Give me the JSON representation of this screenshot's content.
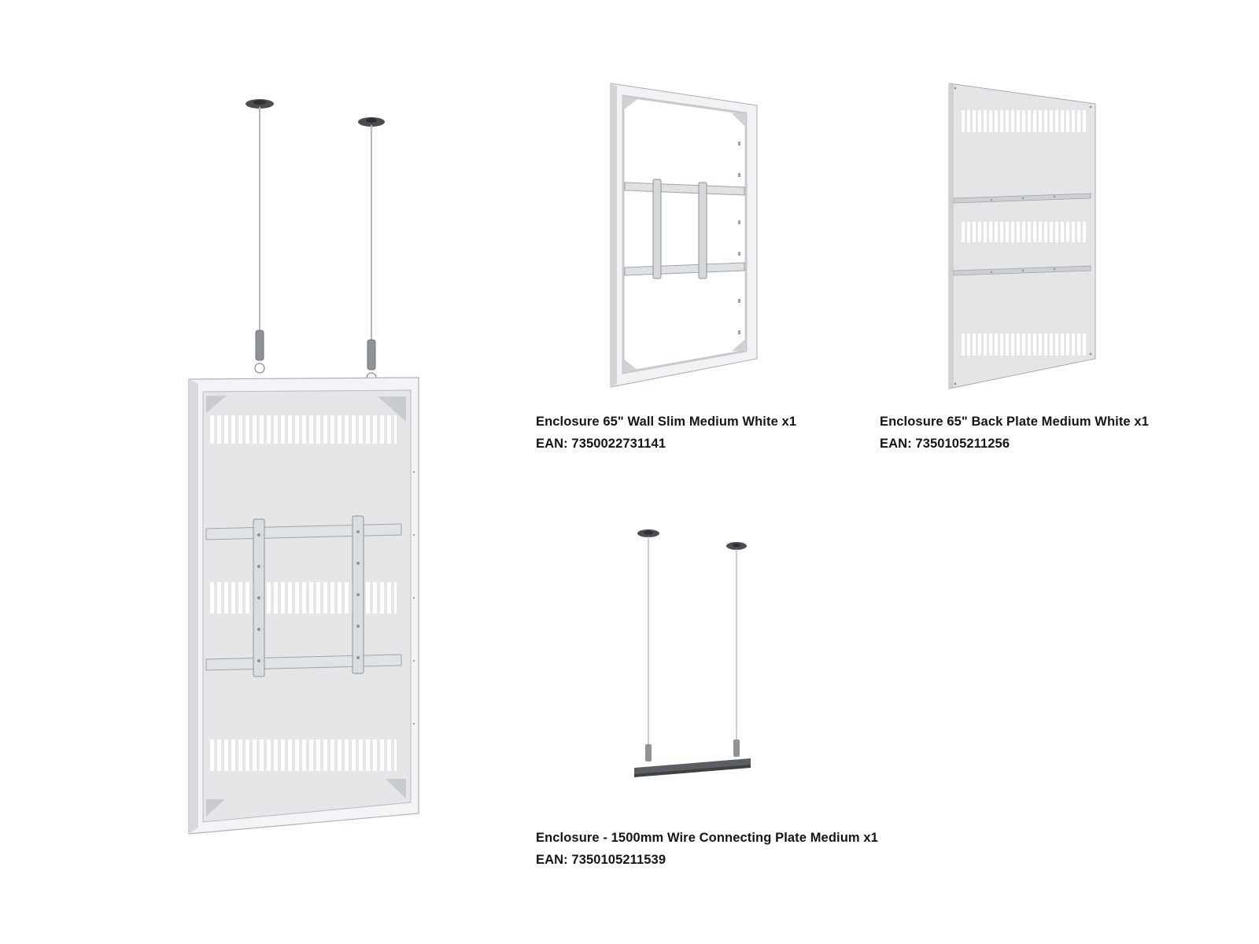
{
  "products": [
    {
      "name": "Enclosure 65\" Wall Slim Medium White x1",
      "ean": "EAN: 7350022731141",
      "icon": "wall-slim-frame-icon"
    },
    {
      "name": "Enclosure 65\" Back Plate Medium White x1",
      "ean": "EAN: 7350105211256",
      "icon": "back-plate-icon"
    },
    {
      "name": "Enclosure - 1500mm Wire Connecting Plate Medium x1",
      "ean": "EAN: 7350105211539",
      "icon": "wire-connecting-plate-icon"
    }
  ],
  "hero": {
    "icon": "assembled-ceiling-enclosure-icon"
  },
  "colors": {
    "panel": "#e6e8ea",
    "frame": "#f2f3f4",
    "edge": "#a9adb1",
    "bracket": "#d9dcdf",
    "dark_metal": "#5a5d61",
    "wire": "#b9bcc0",
    "text": "#151515"
  }
}
